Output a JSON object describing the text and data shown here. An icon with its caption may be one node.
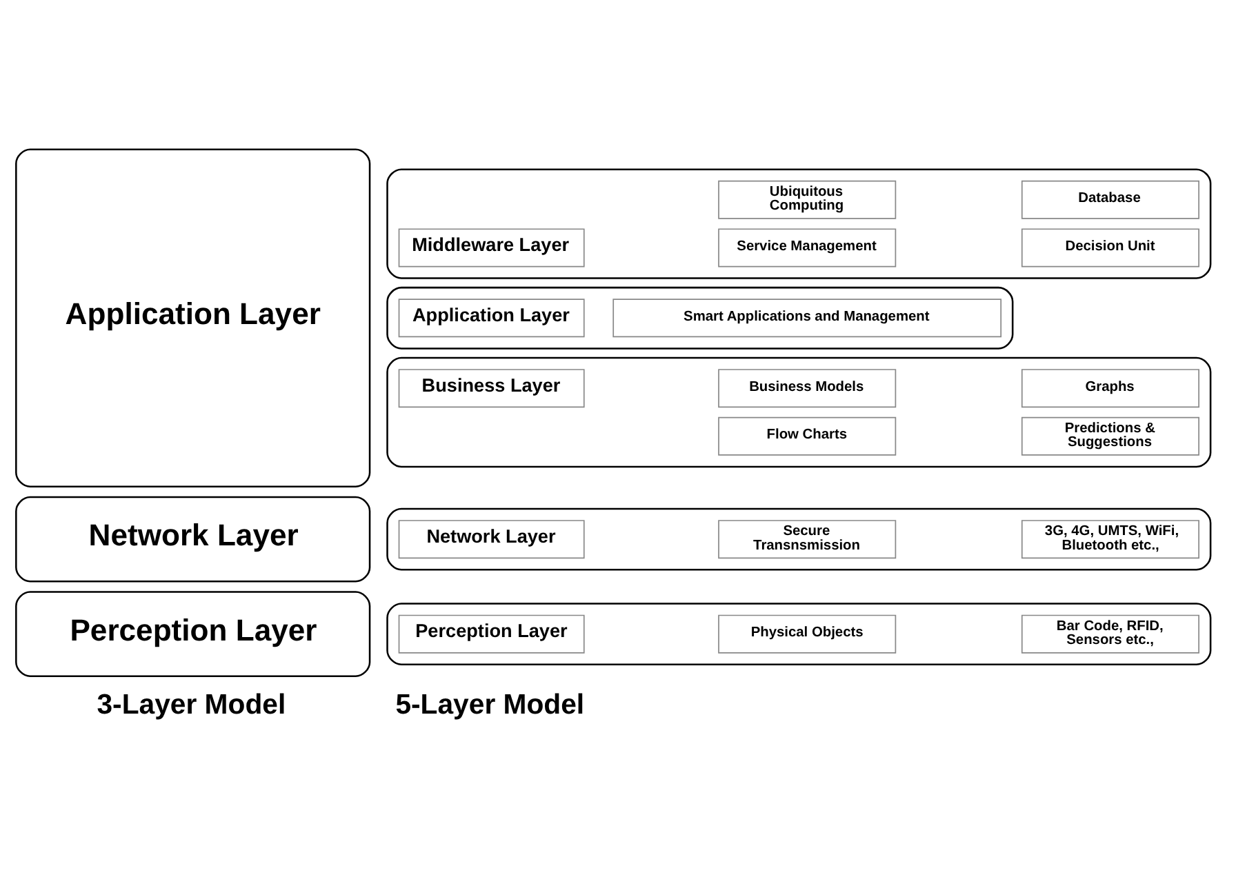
{
  "diagram": {
    "nodes": [
      {
        "text": [
          "Application Layer"
        ]
      },
      {
        "text": [
          "Network Layer"
        ]
      },
      {
        "text": [
          "Perception Layer"
        ]
      },
      {
        "text": [],
        "shape": "box"
      },
      {
        "text": [
          "Business Layer"
        ],
        "in": 3
      },
      {
        "text": [
          "Business Models"
        ],
        "in": 3
      },
      {
        "text": [
          "Graphs"
        ],
        "in": 3
      },
      {
        "text": [
          "Flow Charts"
        ],
        "in": 3
      },
      {
        "text": [
          "Predictions & Suggestions"
        ],
        "in": 3
      },
      {
        "text": [],
        "shape": "box"
      },
      {
        "text": [
          "Application Layer"
        ],
        "in": 9
      },
      {
        "text": [
          "Smart Applications and Management"
        ],
        "in": 9
      },
      {
        "text": [],
        "shape": "box"
      },
      {
        "text": [
          "Middleware Layer"
        ],
        "in": 12
      },
      {
        "text": [
          "Ubiquitous Computing"
        ],
        "in": 12
      },
      {
        "text": [
          "Database"
        ],
        "in": 12
      },
      {
        "text": [
          "Service Management"
        ],
        "in": 12
      },
      {
        "text": [
          "Decision Unit"
        ],
        "in": 12
      },
      {
        "text": [],
        "shape": "box"
      },
      {
        "text": [
          "Network Layer"
        ],
        "in": 18
      },
      {
        "text": [
          "Secure Transnsmission"
        ],
        "in": 18
      },
      {
        "text": [
          "3G, 4G, UMTS, WiFi, Bluetooth etc.,"
        ],
        "in": 18
      },
      {
        "text": [],
        "shape": "box"
      },
      {
        "text": [
          "Perception Layer"
        ],
        "in": 22
      },
      {
        "text": [
          "Physical Objects"
        ],
        "in": 22
      },
      {
        "text": [
          "Bar Code, RFID, Sensors etc.,"
        ],
        "in": 22
      }
    ],
    "edges": [],
    "labels": [
      "3-Layer Model",
      "5-Layer Model"
    ]
  }
}
